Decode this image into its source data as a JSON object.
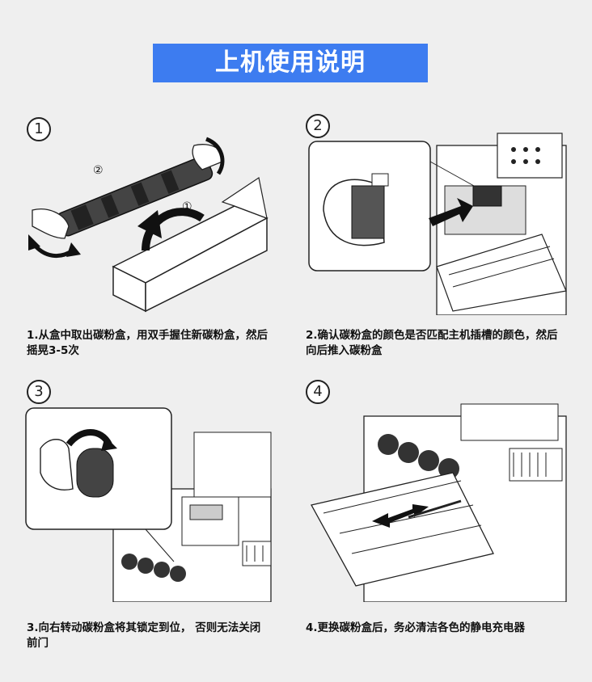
{
  "title": "上机使用说明",
  "steps": [
    {
      "num": "1",
      "caption": "1.从盒中取出碳粉盒，用双手握住新碳粉盒，然后摇晃3-5次",
      "inner_label_a": "②",
      "inner_label_b": "①"
    },
    {
      "num": "2",
      "caption": "2.确认碳粉盒的颜色是否匹配主机插槽的颜色，然后向后推入碳粉盒"
    },
    {
      "num": "3",
      "caption": "3.向右转动碳粉盒将其锁定到位， 否则无法关闭前门"
    },
    {
      "num": "4",
      "caption": "4.更换碳粉盒后，务必清洁各色的静电充电器"
    }
  ]
}
